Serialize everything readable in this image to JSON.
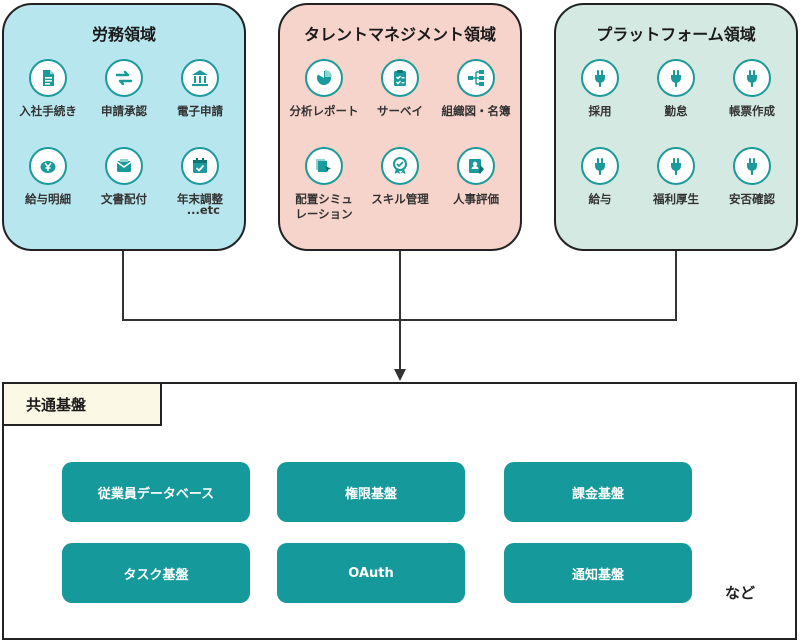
{
  "domains": {
    "labor": {
      "title": "労務領域",
      "items": [
        {
          "label": "入社手続き",
          "icon": "document-icon"
        },
        {
          "label": "申請承認",
          "icon": "swap-arrows-icon"
        },
        {
          "label": "電子申請",
          "icon": "government-building-icon"
        },
        {
          "label": "給与明細",
          "icon": "yen-piggy-bank-icon"
        },
        {
          "label": "文書配付",
          "icon": "envelope-icon"
        },
        {
          "label": "年末調整",
          "icon": "calendar-check-icon"
        }
      ],
      "etc": "...etc"
    },
    "talent": {
      "title": "タレントマネジメント領域",
      "items": [
        {
          "label": "分析レポート",
          "icon": "pie-chart-icon"
        },
        {
          "label": "サーベイ",
          "icon": "clipboard-check-icon"
        },
        {
          "label": "組織図・名簿",
          "icon": "org-chart-icon"
        },
        {
          "label": "配置シミュ\nレーション",
          "icon": "placement-cursor-icon"
        },
        {
          "label": "スキル管理",
          "icon": "badge-icon"
        },
        {
          "label": "人事評価",
          "icon": "profile-edit-icon"
        }
      ]
    },
    "platform": {
      "title": "プラットフォーム領域",
      "items": [
        {
          "label": "採用",
          "icon": "plug-icon"
        },
        {
          "label": "勤怠",
          "icon": "plug-icon"
        },
        {
          "label": "帳票作成",
          "icon": "plug-icon"
        },
        {
          "label": "給与",
          "icon": "plug-icon"
        },
        {
          "label": "福利厚生",
          "icon": "plug-icon"
        },
        {
          "label": "安否確認",
          "icon": "plug-icon"
        }
      ]
    }
  },
  "base": {
    "title": "共通基盤",
    "modules": [
      "従業員データベース",
      "権限基盤",
      "課金基盤",
      "タスク基盤",
      "OAuth",
      "通知基盤"
    ],
    "more": "など"
  },
  "colors": {
    "labor_bg": "#b8e6ee",
    "talent_bg": "#f6d4cb",
    "platform_bg": "#d4e9e1",
    "accent": "#1a9a9a",
    "module_bg": "#15999a",
    "base_tab_bg": "#fbf8e6"
  }
}
